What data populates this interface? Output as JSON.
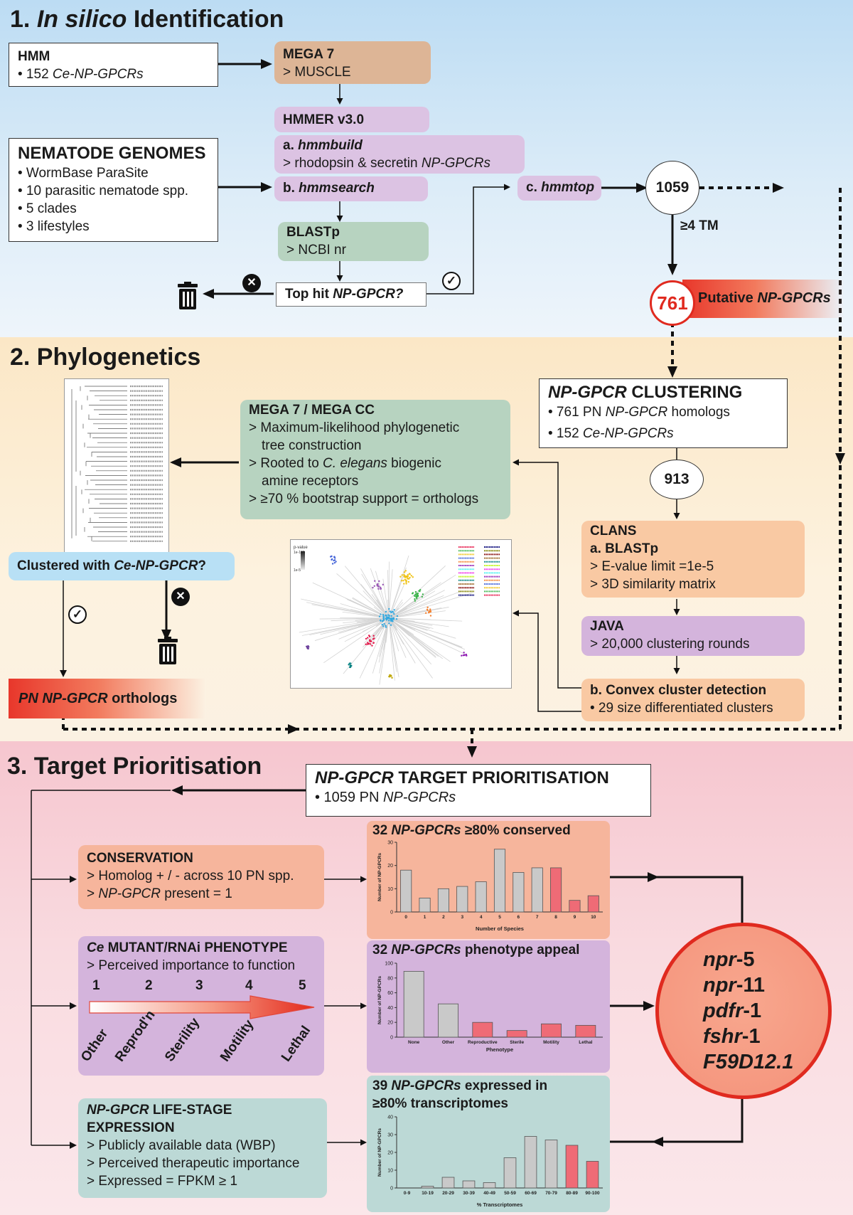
{
  "sections": {
    "s1_num": "1.",
    "s1_title_italic": "In silico",
    "s1_title_rest": "Identification",
    "s2_title": "2. Phylogenetics",
    "s3_title": "3. Target Prioritisation"
  },
  "s1": {
    "hmm_title": "HMM",
    "hmm_bullet_prefix": "• 152 ",
    "hmm_bullet_italic": "Ce-NP-GPCRs",
    "genomes_title": "NEMATODE GENOMES",
    "genomes_items": [
      "• WormBase ParaSite",
      "• 10 parasitic nematode spp.",
      "• 5 clades",
      "• 3 lifestyles"
    ],
    "mega_title": "MEGA 7",
    "mega_sub": "> MUSCLE",
    "hmmer_title": "HMMER v3.0",
    "hmmbuild_prefix": "a. ",
    "hmmbuild_name": "hmmbuild",
    "hmmbuild_sub_prefix": "> rhodopsin & secretin ",
    "hmmbuild_sub_italic": "NP-GPCRs",
    "hmmsearch_prefix": "b. ",
    "hmmsearch_name": "hmmsearch",
    "hmmtop_prefix": "c. ",
    "hmmtop_name": "hmmtop",
    "blast_title": "BLASTp",
    "blast_sub": "> NCBI nr",
    "tophit_prefix": "Top hit ",
    "tophit_italic": "NP-GPCR?",
    "count_1059": "1059",
    "tm_label": "≥4 TM",
    "count_761": "761",
    "putative_prefix": "Putative ",
    "putative_italic": "NP-GPCRs"
  },
  "s2": {
    "clustering_title_italic": "NP-GPCR",
    "clustering_title_rest": " CLUSTERING",
    "clustering_item1_prefix": "• 761 PN ",
    "clustering_item1_italic": "NP-GPCR",
    "clustering_item1_suffix": " homologs",
    "clustering_item2_prefix": "• 152 ",
    "clustering_item2_italic": "Ce-NP-GPCRs",
    "count_913": "913",
    "mega_title": "MEGA 7 / MEGA CC",
    "mega_line1": "> Maximum-likelihood phylogenetic",
    "mega_line2": "tree construction",
    "mega_line3_prefix": "> Rooted to ",
    "mega_line3_italic": "C. elegans",
    "mega_line3_suffix": " biogenic",
    "mega_line4": "amine receptors",
    "mega_line5": "> ≥70 % bootstrap support = orthologs",
    "clans_title": "CLANS",
    "clans_sub": "a. BLASTp",
    "clans_line1": "> E-value limit =1e-5",
    "clans_line2": "> 3D similarity matrix",
    "java_title": "JAVA",
    "java_line": "> 20,000 clustering rounds",
    "convex_title": "b. Convex cluster detection",
    "convex_line": "• 29 size differentiated clusters",
    "clustered_prefix": "Clustered with ",
    "clustered_italic": "Ce-NP-GPCR",
    "clustered_suffix": "?",
    "ortho_prefix": "PN ",
    "ortho_italic": "NP-GPCR",
    "ortho_suffix": " orthologs",
    "clans_legend_title": "p-value",
    "clans_legend_top": "1e-180",
    "clans_legend_bottom": "1e-5"
  },
  "s3": {
    "target_title_italic": "NP-GPCR",
    "target_title_rest": " TARGET PRIORITISATION",
    "target_sub_prefix": "• 1059 PN ",
    "target_sub_italic": "NP-GPCRs",
    "cons_title": "CONSERVATION",
    "cons_line1": "> Homolog + / - across 10 PN spp.",
    "cons_line2_italic": "NP-GPCR",
    "cons_line2_rest": " present = 1",
    "pheno_title_italic": "Ce",
    "pheno_title_rest": " MUTANT/RNAi PHENOTYPE",
    "pheno_line": "> Perceived importance to function",
    "pheno_numbers": [
      "1",
      "2",
      "3",
      "4",
      "5"
    ],
    "pheno_labels": [
      "Other",
      "Reprod'n",
      "Sterility",
      "Motility",
      "Lethal"
    ],
    "life_title_italic": "NP-GPCR",
    "life_title_rest": " LIFE-STAGE",
    "life_title_line2": "EXPRESSION",
    "life_line1": "> Publicly available data (WBP)",
    "life_line2": "> Perceived therapeutic importance",
    "life_line3": "> Expressed = FPKM ≥ 1",
    "targets": [
      {
        "italic": "npr",
        "rest": "-5"
      },
      {
        "italic": "npr",
        "rest": "-11"
      },
      {
        "italic": "pdfr",
        "rest": "-1"
      },
      {
        "italic": "fshr",
        "rest": "-1"
      },
      {
        "italic": "F59D12.1",
        "rest": ""
      }
    ]
  },
  "colors": {
    "gray_bar": "#c9c9c9",
    "red_bar": "#ef6b76",
    "accent_red": "#e02a1f"
  },
  "chart_data": [
    {
      "type": "bar",
      "title_prefix": "32 ",
      "title_italic": "NP-GPCRs",
      "title_suffix": " ≥80% conserved",
      "xlabel": "Number of Species",
      "ylabel": "Number of NP-GPCRs",
      "ylim": [
        0,
        30
      ],
      "yticks": [
        0,
        10,
        20,
        30
      ],
      "categories": [
        "0",
        "1",
        "2",
        "3",
        "4",
        "5",
        "6",
        "7",
        "8",
        "9",
        "10"
      ],
      "values": [
        18,
        6,
        10,
        11,
        13,
        27,
        17,
        19,
        19,
        5,
        7
      ],
      "highlight": [
        false,
        false,
        false,
        false,
        false,
        false,
        false,
        false,
        true,
        true,
        true
      ]
    },
    {
      "type": "bar",
      "title_prefix": "32 ",
      "title_italic": "NP-GPCRs",
      "title_suffix": " phenotype appeal",
      "xlabel": "Phenotype",
      "ylabel": "Number of NP-GPCRs",
      "ylim": [
        0,
        100
      ],
      "yticks": [
        0,
        20,
        40,
        60,
        80,
        100
      ],
      "categories": [
        "None",
        "Other",
        "Reproductive",
        "Sterile",
        "Motility",
        "Lethal"
      ],
      "values": [
        89,
        45,
        20,
        9,
        18,
        16
      ],
      "highlight": [
        false,
        false,
        true,
        true,
        true,
        true
      ]
    },
    {
      "type": "bar",
      "title_prefix": "39 ",
      "title_italic": "NP-GPCRs",
      "title_suffix": " expressed in",
      "title_line2": "≥80% transcriptomes",
      "xlabel": "% Transcriptomes",
      "ylabel": "Number of NP-GPCRs",
      "ylim": [
        0,
        40
      ],
      "yticks": [
        0,
        10,
        20,
        30,
        40
      ],
      "categories": [
        "0-9",
        "10-19",
        "20-29",
        "30-39",
        "40-49",
        "50-59",
        "60-69",
        "70-79",
        "80-89",
        "90-100"
      ],
      "values": [
        0,
        1,
        6,
        4,
        3,
        17,
        29,
        27,
        24,
        15
      ],
      "highlight": [
        false,
        false,
        false,
        false,
        false,
        false,
        false,
        false,
        true,
        true
      ]
    }
  ]
}
